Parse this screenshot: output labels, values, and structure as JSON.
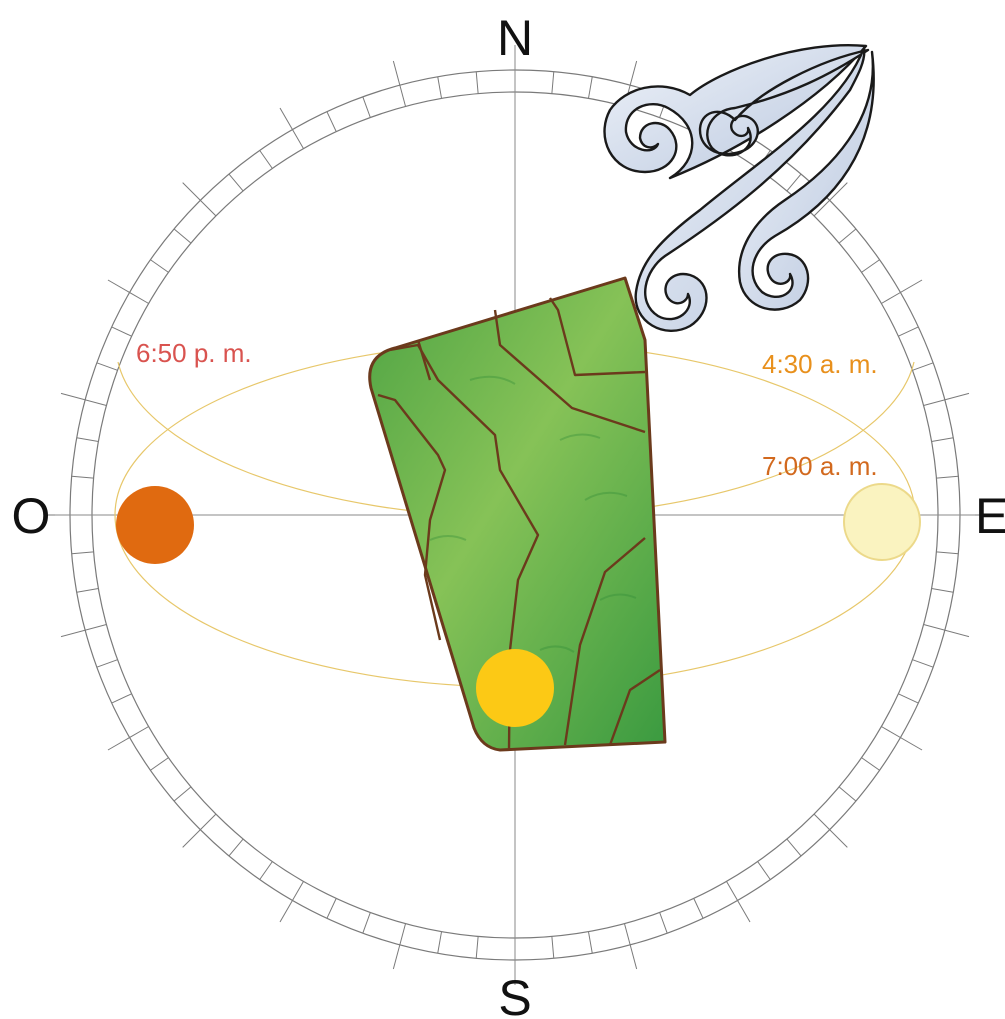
{
  "cardinals": {
    "north": "N",
    "south": "S",
    "east": "E",
    "west": "O"
  },
  "times": {
    "sunset": "6:50 p. m.",
    "sunrise_early": "4:30 a. m.",
    "sunrise": "7:00 a. m."
  },
  "colors": {
    "sunset_label": "#d9534f",
    "sunrise_early_label": "#e8901c",
    "sunrise_label": "#d2691e",
    "sun_west": "#e06a10",
    "sun_south": "#fcc915",
    "sun_east": "#faf3c0",
    "sun_east_stroke": "#ecd98a",
    "sun_path": "#e7c76a",
    "terrain_light": "#9bcc5c",
    "terrain_dark": "#3f9b3e",
    "terrain_border": "#6b3a1c",
    "wind_fill": "#d6e0ef",
    "wind_stroke": "#1a1a1a"
  },
  "icons": {
    "wind": "wind-swirl-icon",
    "terrain": "terrain-plot-icon"
  }
}
